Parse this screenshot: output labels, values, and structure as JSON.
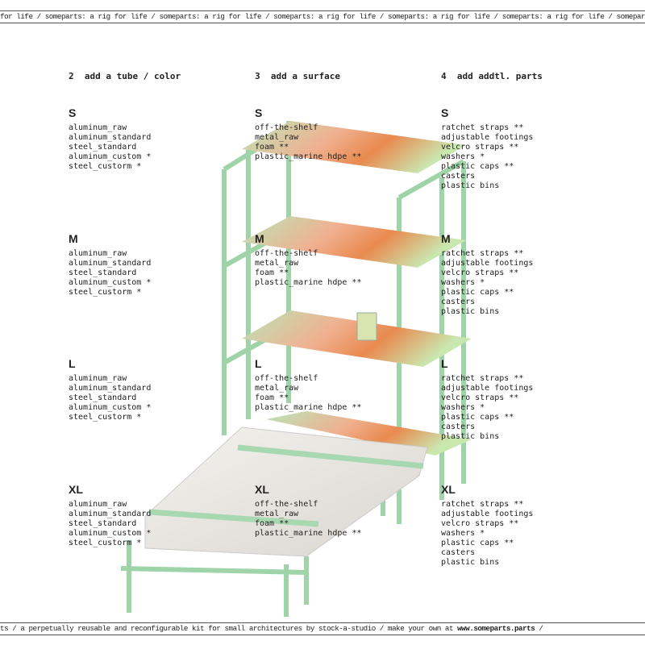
{
  "banner_top": "for life / someparts: a rig for life / someparts: a rig for life / someparts: a rig for life / someparts: a rig for life / someparts: a rig for life / someparts: a rig for life /",
  "banner_bottom": {
    "text": "ts / a perpetually reusable and reconfigurable kit for small architectures by stock-a-studio / make your own at ",
    "link": "www.someparts.parts",
    "tail": " /"
  },
  "columns": [
    {
      "step": "2  add a tube / color",
      "sizes": [
        {
          "label": "S",
          "items": [
            "aluminum_raw",
            "aluminum_standard",
            "steel_standard",
            "aluminum_custom *",
            "steel_custorm *"
          ]
        },
        {
          "label": "M",
          "items": [
            "aluminum_raw",
            "aluminum_standard",
            "steel_standard",
            "aluminum_custom *",
            "steel_custorm *"
          ]
        },
        {
          "label": "L",
          "items": [
            "aluminum_raw",
            "aluminum_standard",
            "steel_standard",
            "aluminum_custom *",
            "steel_custorm *"
          ]
        },
        {
          "label": "XL",
          "items": [
            "aluminum_raw",
            "aluminum_standard",
            "steel_standard",
            "aluminum_custom *",
            "steel_custorm *"
          ]
        }
      ]
    },
    {
      "step": "3  add a surface",
      "sizes": [
        {
          "label": "S",
          "items": [
            "off-the-shelf",
            "metal_raw",
            "foam **",
            "plastic_marine hdpe **"
          ]
        },
        {
          "label": "M",
          "items": [
            "off-the-shelf",
            "metal_raw",
            "foam **",
            "plastic_marine hdpe **"
          ]
        },
        {
          "label": "L",
          "items": [
            "off-the-shelf",
            "metal_raw",
            "foam **",
            "plastic_marine hdpe **"
          ]
        },
        {
          "label": "XL",
          "items": [
            "off-the-shelf",
            "metal_raw",
            "foam **",
            "plastic_marine hdpe **"
          ]
        }
      ]
    },
    {
      "step": "4  add addtl. parts",
      "sizes": [
        {
          "label": "S",
          "items": [
            "ratchet straps **",
            "adjustable footings",
            "velcro straps **",
            "washers *",
            "plastic caps **",
            "casters",
            "plastic bins"
          ]
        },
        {
          "label": "M",
          "items": [
            "ratchet straps **",
            "adjustable footings",
            "velcro straps **",
            "washers *",
            "plastic caps **",
            "casters",
            "plastic bins"
          ]
        },
        {
          "label": "L",
          "items": [
            "ratchet straps **",
            "adjustable footings",
            "velcro straps **",
            "washers *",
            "plastic caps **",
            "casters",
            "plastic bins"
          ]
        },
        {
          "label": "XL",
          "items": [
            "ratchet straps **",
            "adjustable footings",
            "velcro straps **",
            "washers *",
            "plastic caps **",
            "casters",
            "plastic bins"
          ]
        }
      ]
    }
  ],
  "colors": {
    "tube": "#a8d8b0",
    "shelf_warm": "#e98a4f",
    "shelf_cool": "#b9e6b8",
    "mattress": "#ece9e4"
  }
}
